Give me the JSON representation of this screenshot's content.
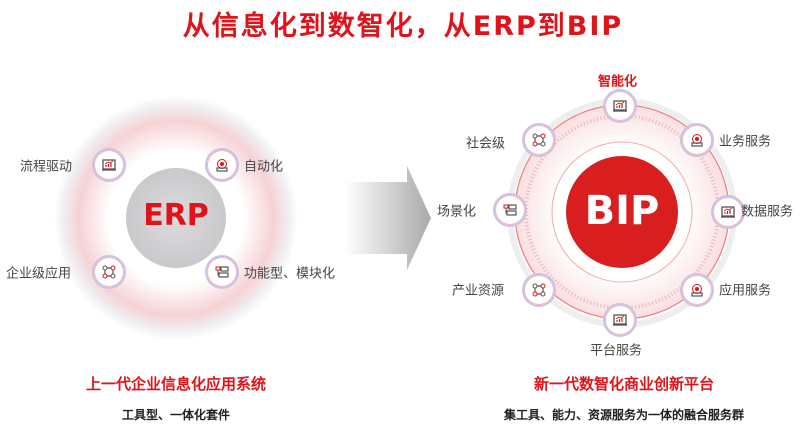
{
  "title": "从信息化到数智化，从ERP到BIP",
  "left": {
    "center": "ERP",
    "nodes": [
      "流程驱动",
      "自动化",
      "企业级应用",
      "功能型、模块化"
    ],
    "heading": "上一代企业信息化应用系统",
    "subheading": "工具型、一体化套件"
  },
  "right": {
    "center": "BIP",
    "nodes": [
      "智能化",
      "业务服务",
      "数据服务",
      "应用服务",
      "平台服务",
      "产业资源",
      "场景化",
      "社会级"
    ],
    "heading": "新一代数智化商业创新平台",
    "subheading": "集工具、能力、资源服务为一体的融合服务群"
  },
  "colors": {
    "accent": "#e0131b",
    "gray": "#d2d2d4"
  }
}
